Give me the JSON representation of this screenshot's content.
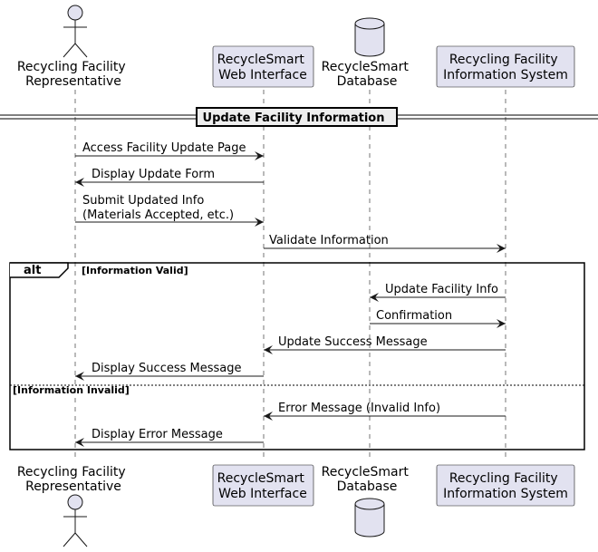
{
  "colors": {
    "participant_fill": "#E2E2F0",
    "participant_stroke": "#181818",
    "lifeline": "#181818",
    "arrow": "#181818",
    "group_stroke": "#000000",
    "divider_fill": "#EEEEEE",
    "background": "#FFFFFF"
  },
  "participants": [
    {
      "id": "rep",
      "kind": "actor",
      "lines": [
        "Recycling Facility",
        "Representative"
      ]
    },
    {
      "id": "web",
      "kind": "participant",
      "lines": [
        "RecycleSmart",
        "Web Interface"
      ]
    },
    {
      "id": "db",
      "kind": "database",
      "lines": [
        "RecycleSmart",
        "Database"
      ]
    },
    {
      "id": "fis",
      "kind": "participant",
      "lines": [
        "Recycling Facility",
        "Information System"
      ]
    }
  ],
  "divider": {
    "title": "Update Facility Information"
  },
  "messages": [
    {
      "from": "rep",
      "to": "web",
      "lines": [
        "Access Facility Update Page"
      ]
    },
    {
      "from": "web",
      "to": "rep",
      "lines": [
        "Display Update Form"
      ]
    },
    {
      "from": "rep",
      "to": "web",
      "lines": [
        "Submit Updated Info",
        "(Materials Accepted, etc.)"
      ]
    },
    {
      "from": "web",
      "to": "fis",
      "lines": [
        "Validate Information"
      ]
    },
    {
      "from": "fis",
      "to": "db",
      "lines": [
        "Update Facility Info"
      ]
    },
    {
      "from": "db",
      "to": "fis",
      "lines": [
        "Confirmation"
      ]
    },
    {
      "from": "fis",
      "to": "web",
      "lines": [
        "Update Success Message"
      ]
    },
    {
      "from": "web",
      "to": "rep",
      "lines": [
        "Display Success Message"
      ]
    },
    {
      "from": "fis",
      "to": "web",
      "lines": [
        "Error Message (Invalid Info)"
      ]
    },
    {
      "from": "web",
      "to": "rep",
      "lines": [
        "Display Error Message"
      ]
    }
  ],
  "alt_group": {
    "keyword": "alt",
    "branches": [
      {
        "guard": "[Information Valid]"
      },
      {
        "guard": "[Information Invalid]"
      }
    ]
  }
}
